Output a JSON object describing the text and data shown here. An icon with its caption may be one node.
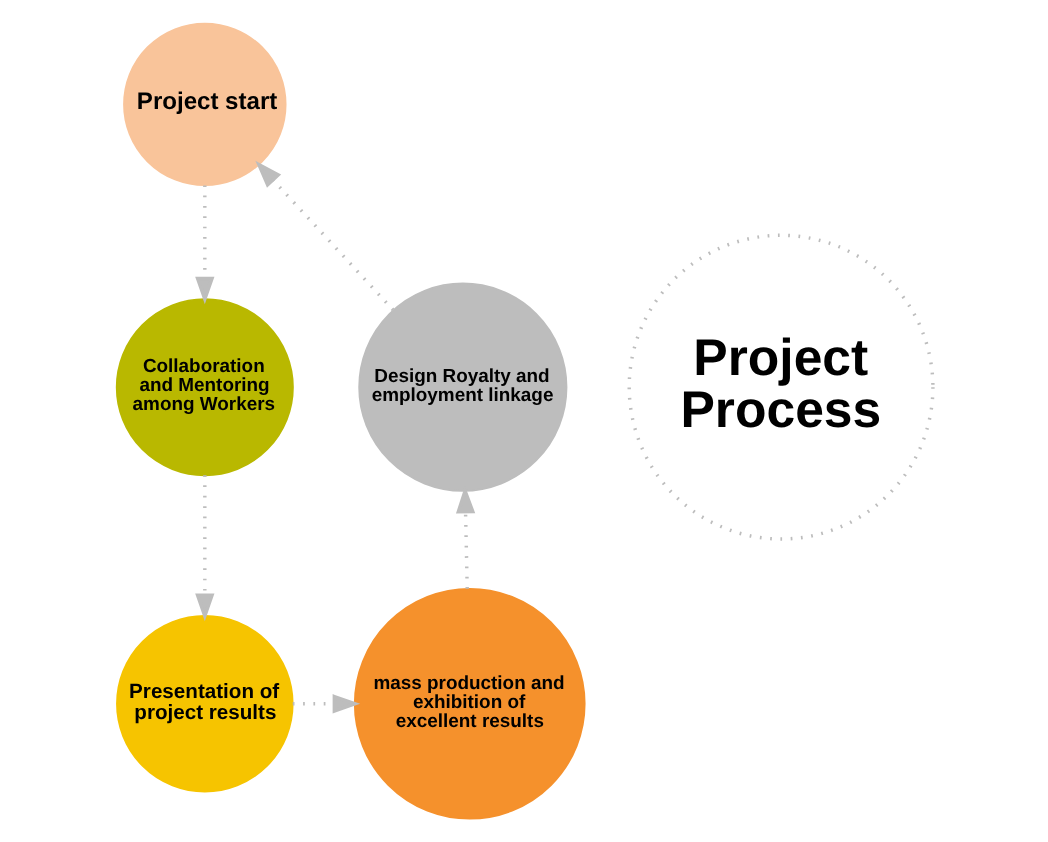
{
  "diagram": {
    "nodes": [
      {
        "text": [
          "Project start"
        ]
      },
      {
        "text": [
          "Collaboration and Mentoring among Workers"
        ]
      },
      {
        "text": [
          "Presentation of project results"
        ]
      },
      {
        "text": [
          "mass production and exhibition of excellent results"
        ]
      },
      {
        "text": [
          "Design Royalty and employment linkage"
        ]
      },
      {
        "text": [
          "Project Process"
        ]
      }
    ],
    "edges": [
      {
        "from": 0,
        "to": 1,
        "arrow": "to",
        "style": "dashed"
      },
      {
        "from": 1,
        "to": 2,
        "arrow": "to",
        "style": "dashed"
      },
      {
        "from": 2,
        "to": 3,
        "arrow": "to",
        "style": "dashed"
      },
      {
        "from": 3,
        "to": 4,
        "arrow": "to",
        "style": "dashed"
      },
      {
        "from": 4,
        "to": 0,
        "arrow": "to",
        "style": "dashed"
      }
    ]
  }
}
